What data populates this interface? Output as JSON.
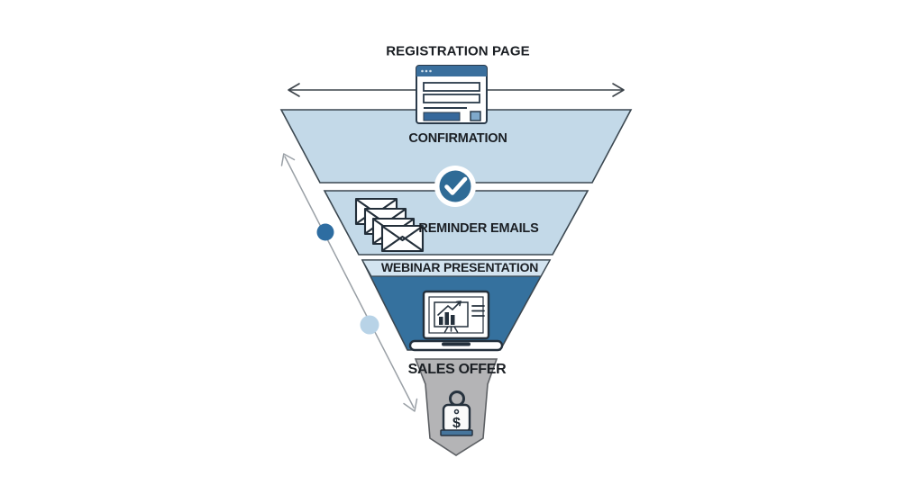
{
  "title": {
    "text": "REGISTRATION PAGE"
  },
  "top_icon": "browser-form-icon",
  "arrows": {
    "horizontal": "double-headed-span-arrow",
    "diagonal": "timeline-progress-arrow"
  },
  "stages": [
    {
      "label": "CONFIRMATION",
      "icon": "check-circle-icon",
      "fill": "#c3d9e8"
    },
    {
      "label": "REMINDER EMAILS",
      "icon": "email-stack-icon",
      "fill": "#c3d9e8"
    },
    {
      "label": "WEBINAR PRESENTATION",
      "icon": "laptop-chart-icon",
      "fill": "#35719e",
      "header_fill": "#d3e4f0"
    },
    {
      "label": "SALES OFFER",
      "icon": "price-tag-icon",
      "fill": "#b4b4b6",
      "tag_symbol": "$"
    }
  ],
  "timeline_dots": [
    {
      "color": "#2e6da1"
    },
    {
      "color": "#b8d3e7"
    }
  ],
  "colors": {
    "light_blue": "#c3d9e8",
    "band_blue": "#d3e4f0",
    "dark_blue": "#35719e",
    "gray": "#b4b4b6",
    "badge_blue": "#2f6b96",
    "steel_blue": "#3a6f9d",
    "outline": "#3b4750"
  }
}
